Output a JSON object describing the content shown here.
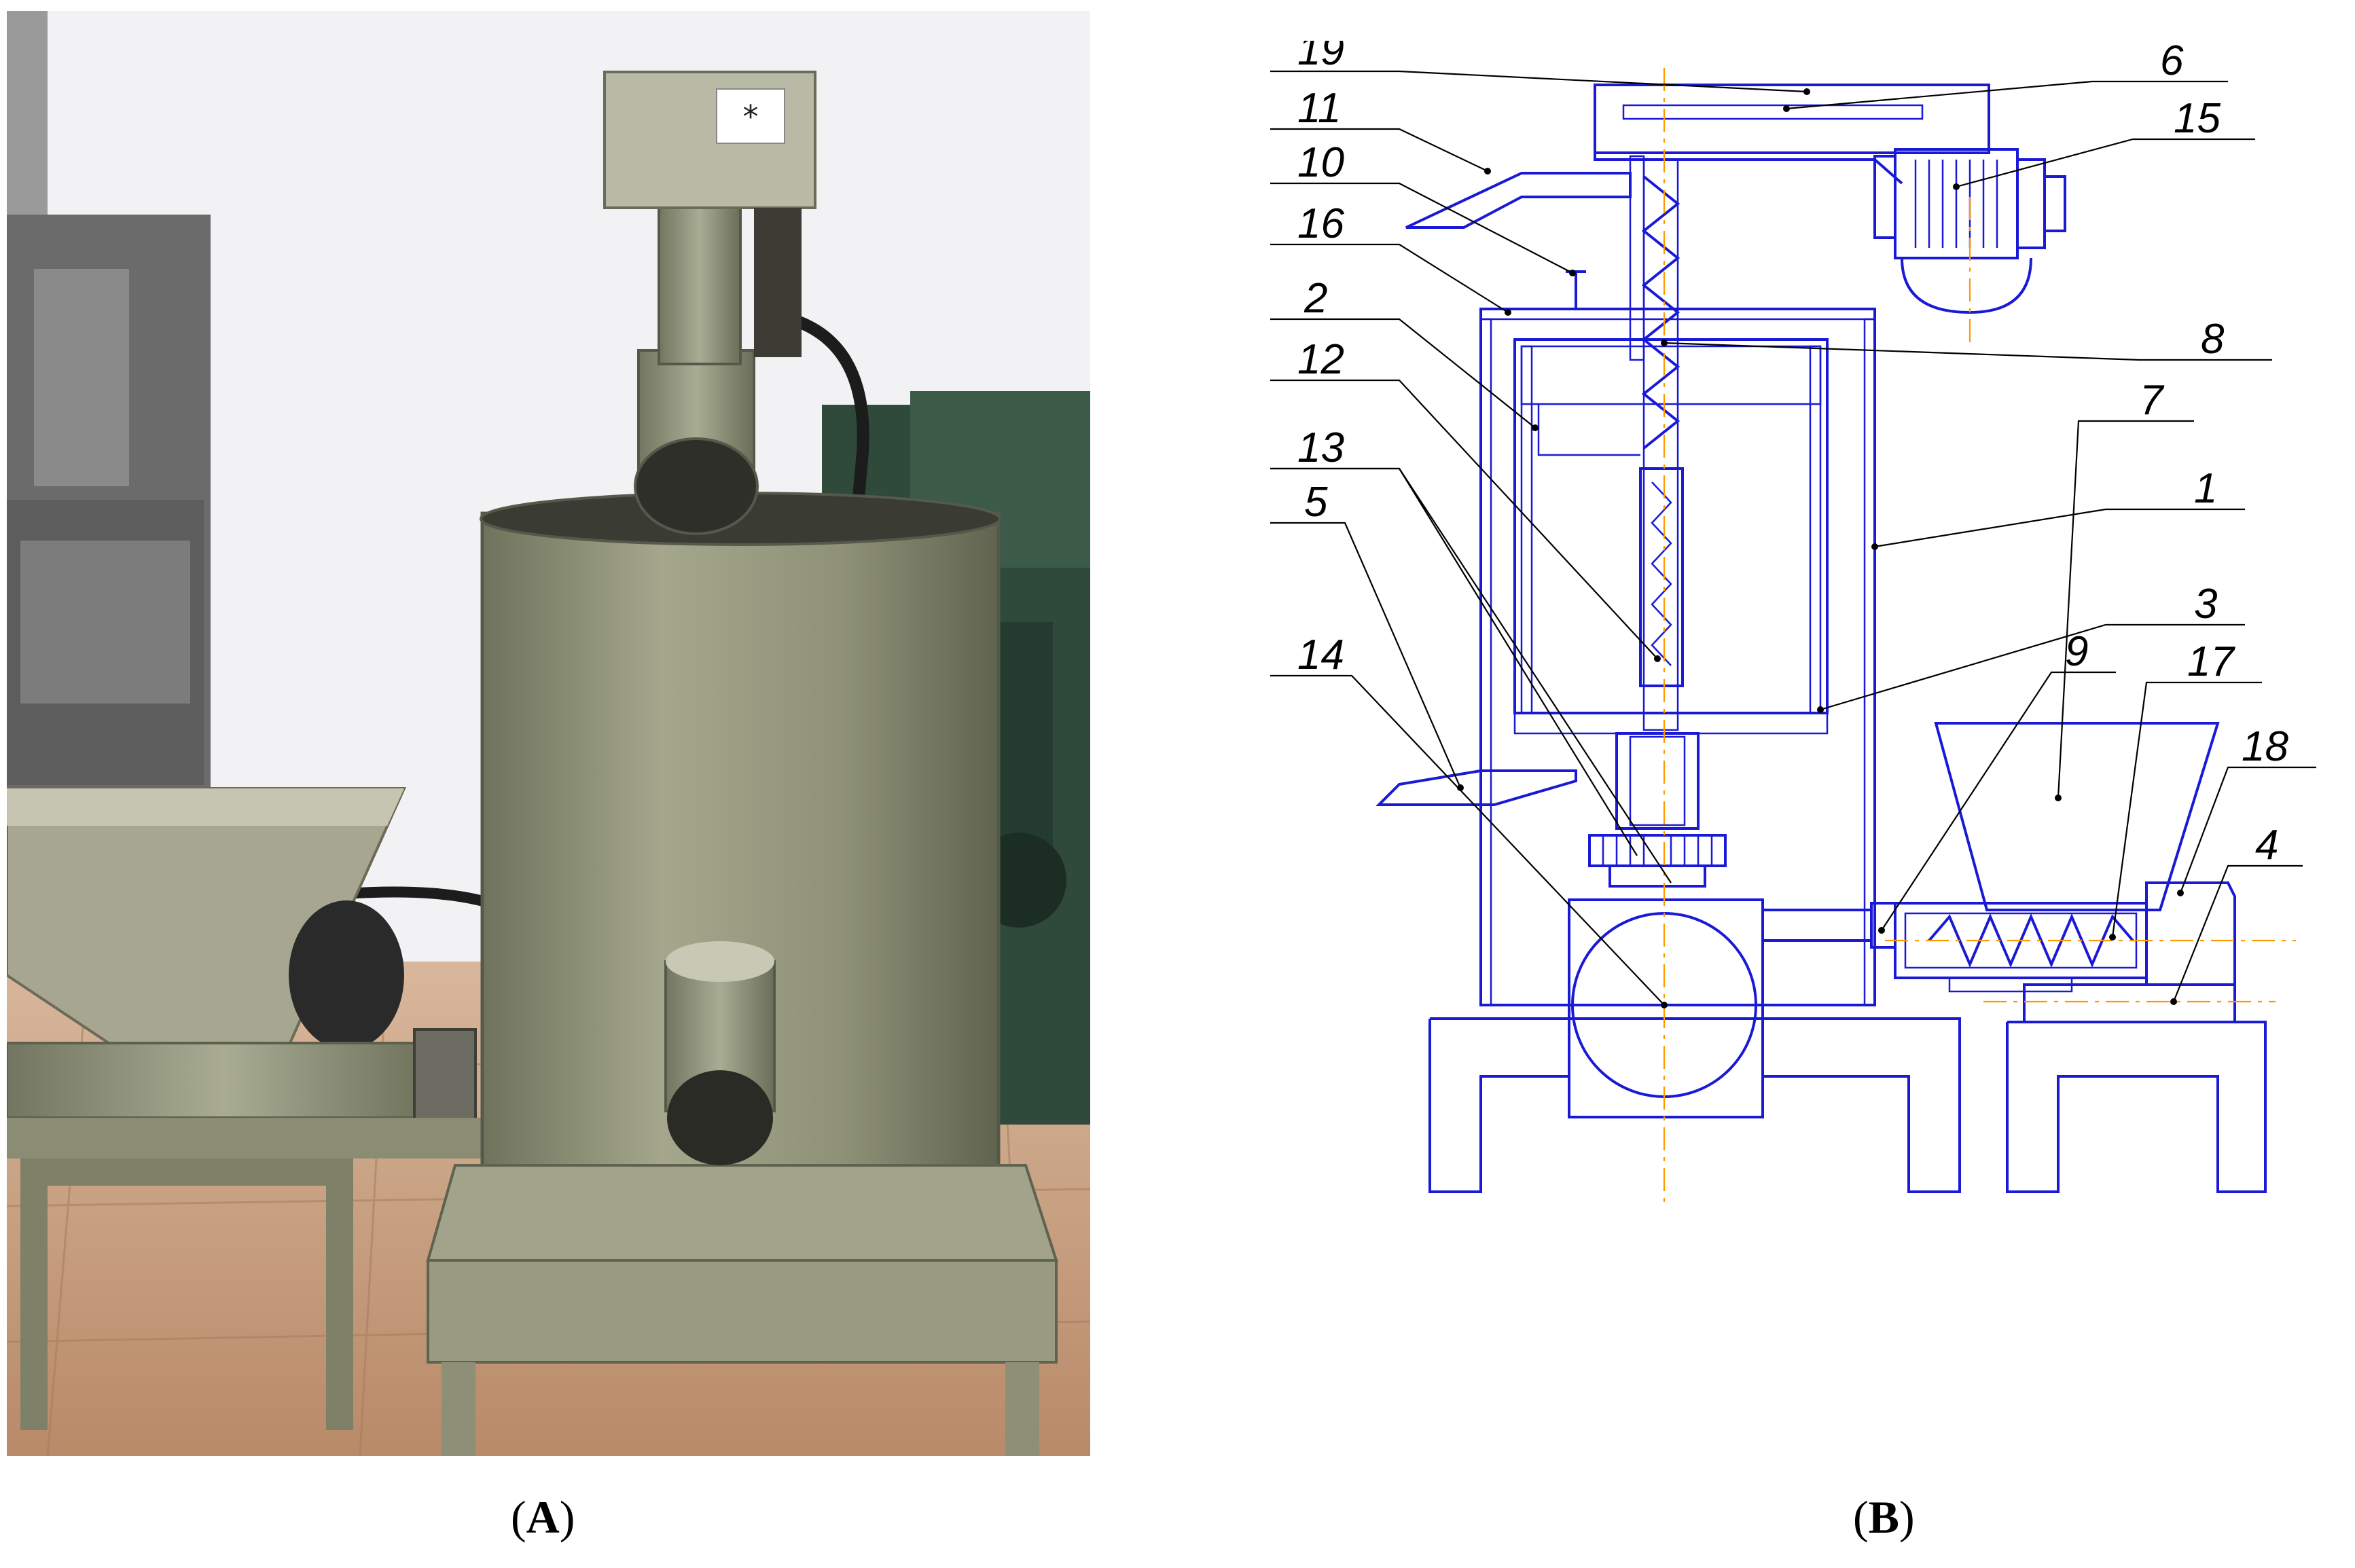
{
  "panel_a": {
    "caption_open": "(",
    "caption_letter": "A",
    "caption_close": ")",
    "label_glyph": "*"
  },
  "panel_b": {
    "caption_open": "(",
    "caption_letter": "B",
    "caption_close": ")",
    "callouts": [
      "19",
      "11",
      "10",
      "16",
      "2",
      "12",
      "13",
      "5",
      "14",
      "6",
      "15",
      "8",
      "1",
      "3",
      "9",
      "7",
      "17",
      "18",
      "4"
    ]
  },
  "colors": {
    "drawing_line": "#1a1ad6",
    "center_line": "#ff9900",
    "metal_olive": "#8f9278",
    "floor_wood": "#c49a7a",
    "wall": "#f2f2f4",
    "machine_green": "#2f4a3a"
  }
}
